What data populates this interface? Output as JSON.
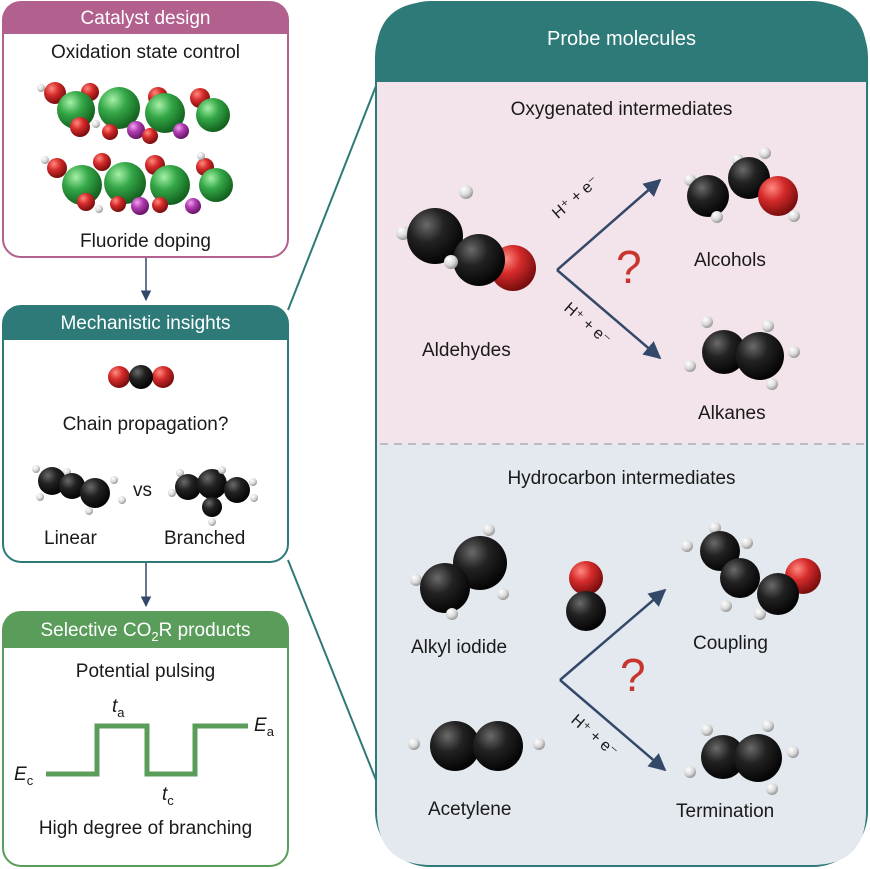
{
  "colors": {
    "catalyst": "#b2608e",
    "mechanistic": "#2e7a78",
    "selective": "#5a9c5a",
    "probe": "#2e7a78",
    "oxygen_bg": "#f3e3eb",
    "hydro_bg": "#e4e9ef",
    "question": "#c8352e",
    "arrow": "#34496a",
    "carbon": "#1c1c1c",
    "oxygen": "#d22a2a",
    "hydrogen": "#e8e8e8",
    "copper": "#38a24a",
    "fluorine": "#b13cb0"
  },
  "catalyst": {
    "title": "Catalyst design",
    "top_label": "Oxidation state control",
    "bottom_label": "Fluoride doping"
  },
  "mechanistic": {
    "title": "Mechanistic insights",
    "question": "Chain propagation?",
    "linear": "Linear",
    "vs": "vs",
    "branched": "Branched"
  },
  "selective": {
    "title_pre": "Selective CO",
    "title_sub": "2",
    "title_post": "R products",
    "pulsing": "Potential pulsing",
    "ta": "t",
    "ta_sub": "a",
    "tc": "t",
    "tc_sub": "c",
    "Ea": "E",
    "Ea_sub": "a",
    "Ec": "E",
    "Ec_sub": "c",
    "bottom": "High degree of branching"
  },
  "probe": {
    "title": "Probe molecules",
    "oxygenated": {
      "title": "Oxygenated intermediates",
      "reactant": "Aldehydes",
      "product_top": "Alcohols",
      "product_bottom": "Alkanes",
      "arrow_label": "H⁺ + e⁻",
      "question": "?"
    },
    "hydrocarbon": {
      "title": "Hydrocarbon intermediates",
      "reactant_top": "Alkyl iodide",
      "reactant_bottom": "Acetylene",
      "product_top": "Coupling",
      "product_bottom": "Termination",
      "arrow_label": "H⁺ + e⁻",
      "question": "?"
    }
  }
}
